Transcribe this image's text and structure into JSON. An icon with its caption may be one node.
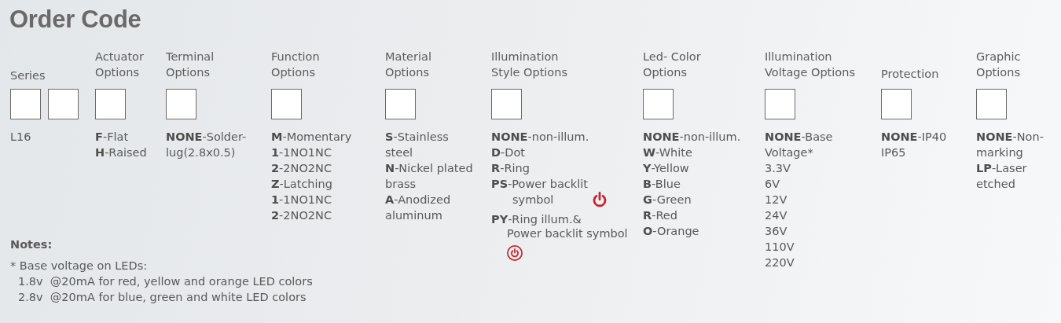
{
  "diagram": {
    "title": "Order Code",
    "nodes": [
      {
        "text": [],
        "shape": "box",
        "beside": [
          "Series"
        ]
      },
      {
        "text": [],
        "shape": "box"
      },
      {
        "text": [],
        "shape": "box",
        "beside": [
          "Actuator Options"
        ]
      },
      {
        "text": [],
        "shape": "box",
        "beside": [
          "Terminal Options"
        ]
      },
      {
        "text": [],
        "shape": "box",
        "beside": [
          "Function Options"
        ]
      },
      {
        "text": [],
        "shape": "box",
        "beside": [
          "Material Options"
        ]
      },
      {
        "text": [],
        "shape": "box",
        "beside": [
          "Illumination Style Options"
        ]
      },
      {
        "text": [],
        "shape": "box",
        "beside": [
          "Led- Color Options"
        ]
      },
      {
        "text": [],
        "shape": "box",
        "beside": [
          "Illumination Voltage Options"
        ]
      },
      {
        "text": [],
        "shape": "box",
        "beside": [
          "Protection"
        ]
      },
      {
        "text": [],
        "shape": "box",
        "beside": [
          "Graphic Options"
        ]
      }
    ],
    "labels": [
      "L16",
      "**F**-Flat",
      "**H**-Raised",
      "**NONE**-Solder-lug(2.8x0.5)",
      "**M**-Momentary",
      "**1**-1NO1NC",
      "**2**-2NO2NC",
      "**Z**-Latching",
      "**1**-1NO1NC",
      "**2**-2NO2NC",
      "**S**-Stainless steel",
      "**N**-Nickel plated brass",
      "**A**-Anodized aluminum",
      "**NONE**-non-illum.",
      "**D**-Dot",
      "**R**-Ring",
      "**PS**-Power backlit symbol",
      "**PY**-Ring illum.& Power backlit symbol",
      "**NONE**-non-illum.",
      "**W**-White",
      "**Y**-Yellow",
      "**B**-Blue",
      "**G**-Green",
      "**R**-Red",
      "**O**-Orange",
      "**NONE**-Base Voltage*",
      "3.3V",
      "6V",
      "12V",
      "24V",
      "36V",
      "110V",
      "220V",
      "**NONE**-IP40",
      "IP65",
      "**NONE**-Non-marking",
      "**LP**-Laser etched",
      "Notes:",
      "* Base voltage on LEDs:",
      "1.8v  @20mA for red, yellow and orange LED colors",
      "2.8v  @20mA for blue, green and white LED colors"
    ]
  }
}
